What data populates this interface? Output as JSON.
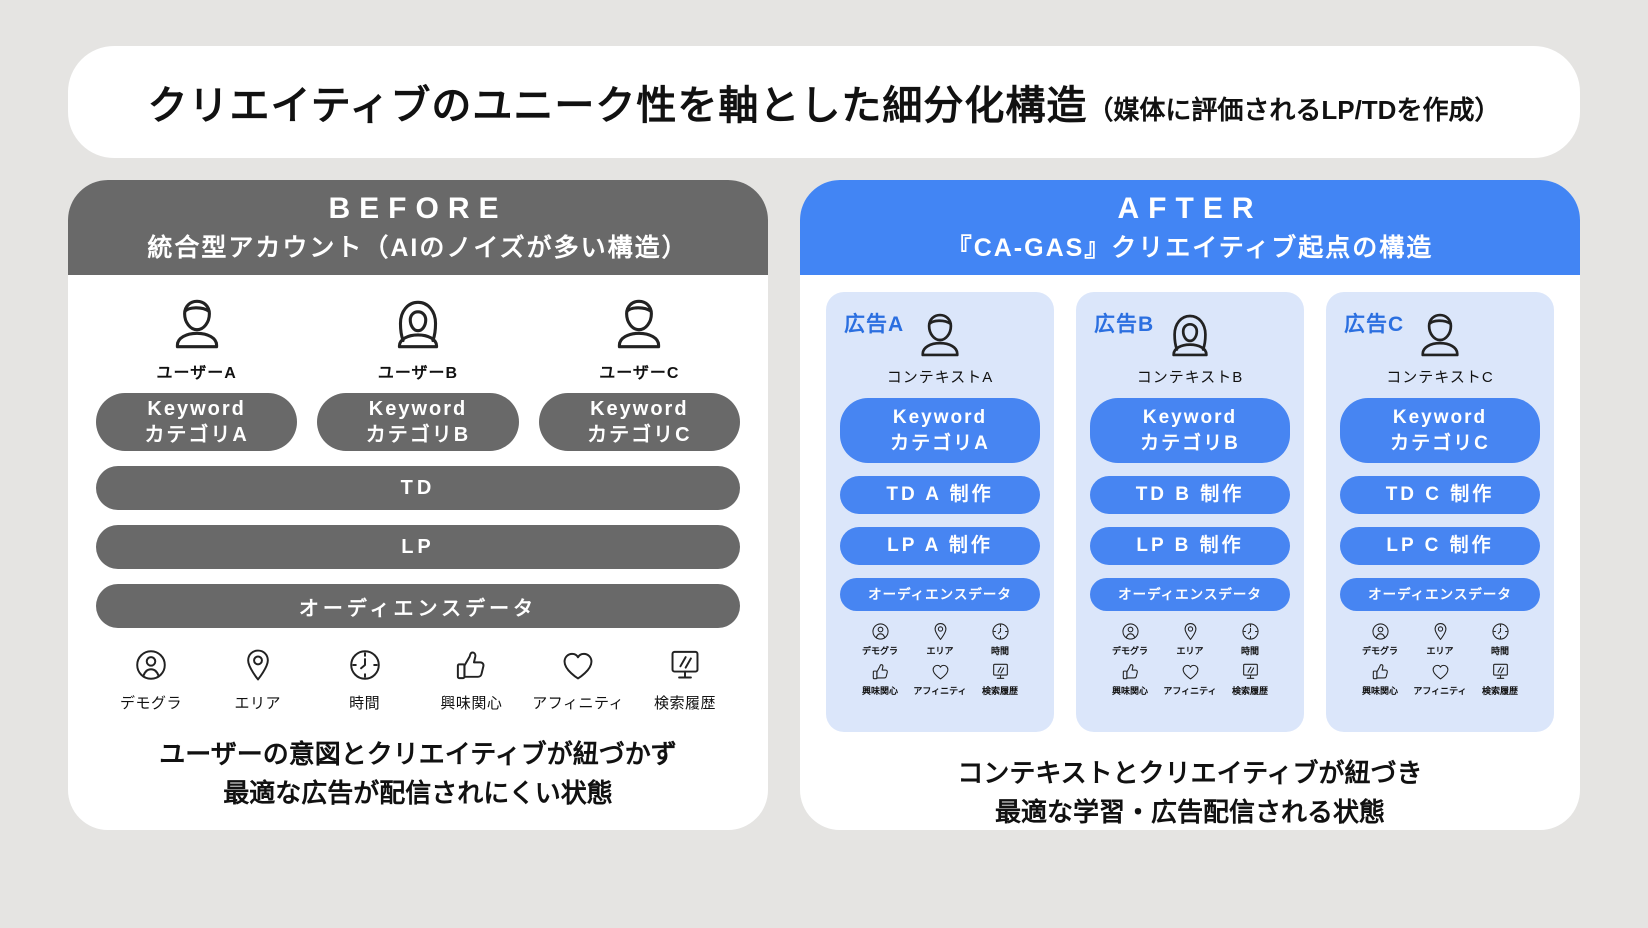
{
  "title": {
    "main": "クリエイティブのユニーク性を軸とした細分化構造",
    "sub": "（媒体に評価されるLP/TDを作成）"
  },
  "colors": {
    "accent_blue": "#4285f4",
    "button_blue": "#4785f2",
    "ad_label_blue": "#2b6fe0",
    "dark_gray": "#696969",
    "column_light_blue": "#dbe6fa",
    "page_bg": "#e5e4e2"
  },
  "before": {
    "header_label": "BEFORE",
    "header_sub": "統合型アカウント（AIのノイズが多い構造）",
    "users": [
      {
        "label": "ユーザーA",
        "icon": "user-male-icon"
      },
      {
        "label": "ユーザーB",
        "icon": "user-female-icon"
      },
      {
        "label": "ユーザーC",
        "icon": "user-male-icon"
      }
    ],
    "keywords": [
      {
        "line1": "Keyword",
        "line2": "カテゴリA"
      },
      {
        "line1": "Keyword",
        "line2": "カテゴリB"
      },
      {
        "line1": "Keyword",
        "line2": "カテゴリC"
      }
    ],
    "bars": [
      "TD",
      "LP",
      "オーディエンスデータ"
    ],
    "audience": [
      {
        "label": "デモグラ",
        "icon": "demographics-icon"
      },
      {
        "label": "エリア",
        "icon": "area-icon"
      },
      {
        "label": "時間",
        "icon": "time-icon"
      },
      {
        "label": "興味関心",
        "icon": "interest-icon"
      },
      {
        "label": "アフィニティ",
        "icon": "affinity-icon"
      },
      {
        "label": "検索履歴",
        "icon": "search-history-icon"
      }
    ],
    "caption": [
      "ユーザーの意図とクリエイティブが紐づかず",
      "最適な広告が配信されにくい状態"
    ]
  },
  "after": {
    "header_label": "AFTER",
    "header_sub": "『CA-GAS』クリエイティブ起点の構造",
    "columns": [
      {
        "ad_label": "広告A",
        "context": "コンテキストA",
        "keyword_line1": "Keyword",
        "keyword_line2": "カテゴリA",
        "td": "TD A 制作",
        "lp": "LP A 制作",
        "audience": "オーディエンスデータ",
        "icon": "user-male-icon"
      },
      {
        "ad_label": "広告B",
        "context": "コンテキストB",
        "keyword_line1": "Keyword",
        "keyword_line2": "カテゴリB",
        "td": "TD B 制作",
        "lp": "LP B 制作",
        "audience": "オーディエンスデータ",
        "icon": "user-female-icon"
      },
      {
        "ad_label": "広告C",
        "context": "コンテキストC",
        "keyword_line1": "Keyword",
        "keyword_line2": "カテゴリC",
        "td": "TD C 制作",
        "lp": "LP C 制作",
        "audience": "オーディエンスデータ",
        "icon": "user-male-icon"
      }
    ],
    "audience_labels": [
      "デモグラ",
      "エリア",
      "時間",
      "興味関心",
      "アフィニティ",
      "検索履歴"
    ],
    "caption": [
      "コンテキストとクリエイティブが紐づき",
      "最適な学習・広告配信される状態"
    ]
  }
}
